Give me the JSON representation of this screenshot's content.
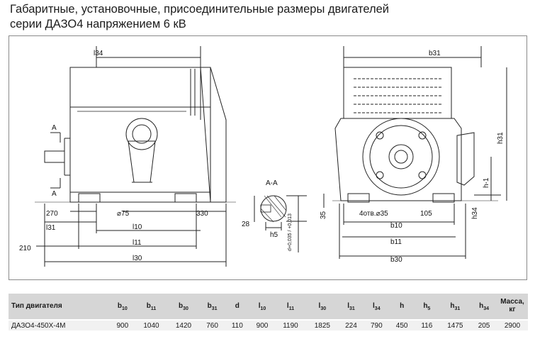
{
  "title": {
    "line1": "Габаритные, установочные, присоединительные размеры двигателей",
    "line2": "серии ДАЗО4 напряжением 6 кВ"
  },
  "drawing": {
    "labels": {
      "l34": "l34",
      "arrow_a_top": "A",
      "arrow_a_bottom": "A",
      "d75": "⌀75",
      "n270": "270",
      "n330": "330",
      "l31": "l31",
      "l10": "l10",
      "n210": "210",
      "l11": "l11",
      "l30": "l30",
      "section_aa": "A-A",
      "n28": "28",
      "h5": "h5",
      "d_tol": "d+0,035 / +0,013",
      "b31": "b31",
      "h31": "h31",
      "h1": "h-1",
      "n35": "35",
      "holes": "4отв.⌀35",
      "n105": "105",
      "h34": "h34",
      "b10": "b10",
      "b11": "b11",
      "b30": "b30"
    }
  },
  "table": {
    "headers": [
      {
        "main": "Тип двигателя",
        "sub": ""
      },
      {
        "main": "b",
        "sub": "10"
      },
      {
        "main": "b",
        "sub": "11"
      },
      {
        "main": "b",
        "sub": "30"
      },
      {
        "main": "b",
        "sub": "31"
      },
      {
        "main": "d",
        "sub": ""
      },
      {
        "main": "l",
        "sub": "10"
      },
      {
        "main": "l",
        "sub": "11"
      },
      {
        "main": "l",
        "sub": "30"
      },
      {
        "main": "l",
        "sub": "31"
      },
      {
        "main": "l",
        "sub": "34"
      },
      {
        "main": "h",
        "sub": ""
      },
      {
        "main": "h",
        "sub": "5"
      },
      {
        "main": "h",
        "sub": "31"
      },
      {
        "main": "h",
        "sub": "34"
      },
      {
        "main": "Масса, кг",
        "sub": ""
      }
    ],
    "rows": [
      [
        "ДАЗО4-450Х-4М",
        "900",
        "1040",
        "1420",
        "760",
        "110",
        "900",
        "1190",
        "1825",
        "224",
        "790",
        "450",
        "116",
        "1475",
        "205",
        "2900"
      ]
    ]
  }
}
